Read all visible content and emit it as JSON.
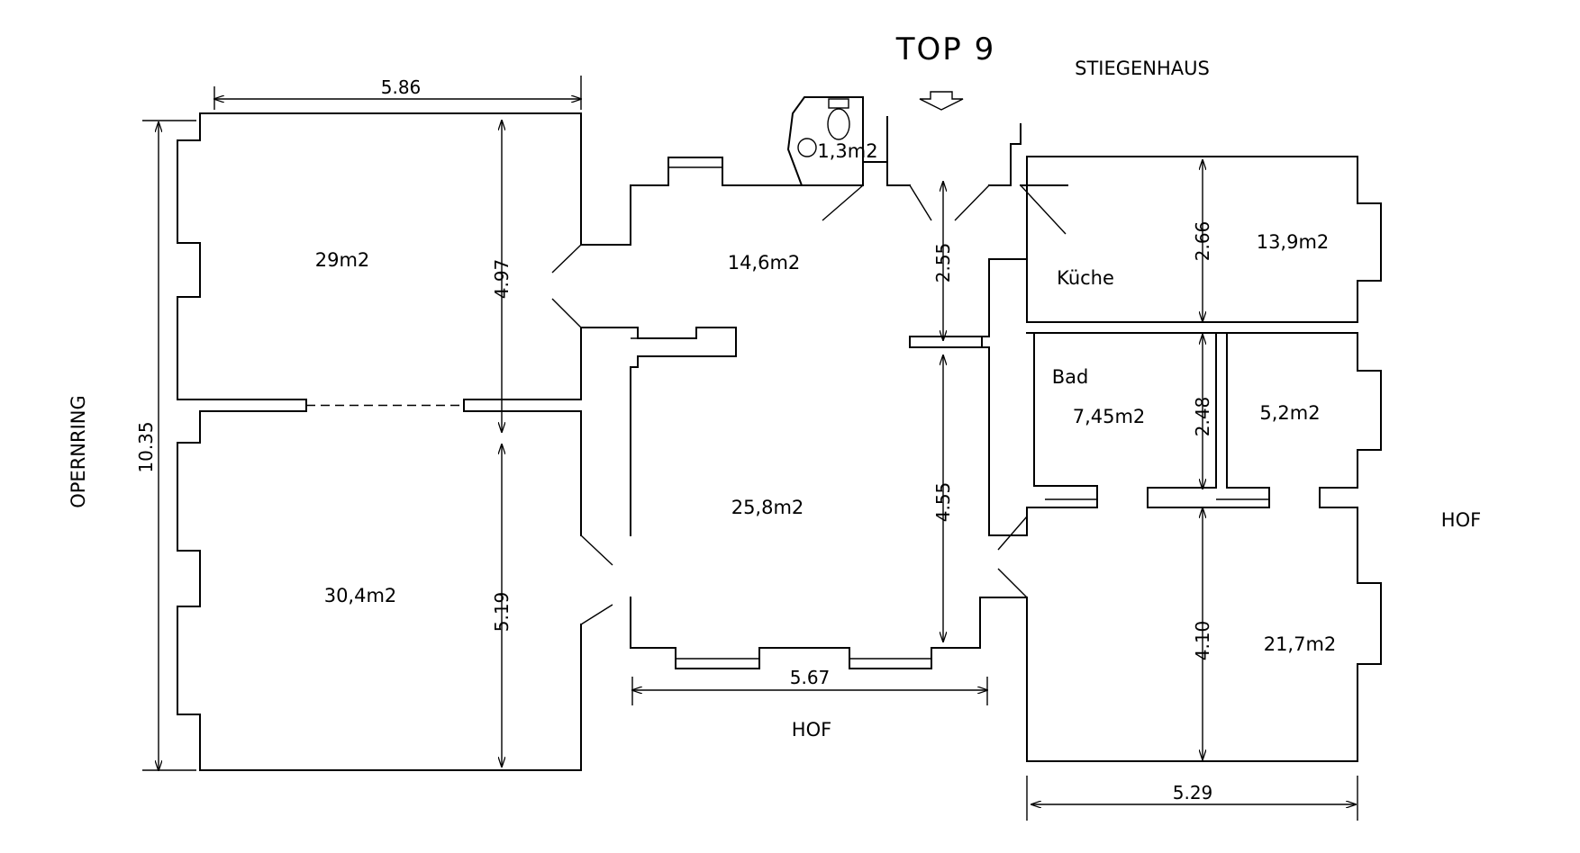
{
  "header": {
    "title": "TOP 9",
    "stairwell": "STIEGENHAUS"
  },
  "orientation": {
    "left_street": "OPERNRING",
    "courtyard_bottom": "HOF",
    "courtyard_right": "HOF"
  },
  "rooms": {
    "room_top_left": "29m2",
    "room_bottom_left": "30,4m2",
    "hall_upper": "14,6m2",
    "hall_lower": "25,8m2",
    "wc": "1,3m2",
    "kitchen_name": "Küche",
    "kitchen_area": "13,9m2",
    "bath_name": "Bad",
    "bath_area": "7,45m2",
    "small_room": "5,2m2",
    "room_bottom_right": "21,7m2"
  },
  "dimensions": {
    "top_width": "5.86",
    "left_height": "10.35",
    "room_top_left_height": "4.97",
    "room_bottom_left_height": "5.19",
    "hall_upper_depth": "2.55",
    "hall_lower_depth": "4.55",
    "hall_width": "5.67",
    "kitchen_depth": "2.66",
    "bath_depth": "2.48",
    "room_bottom_right_depth": "4.10",
    "right_width": "5.29"
  }
}
